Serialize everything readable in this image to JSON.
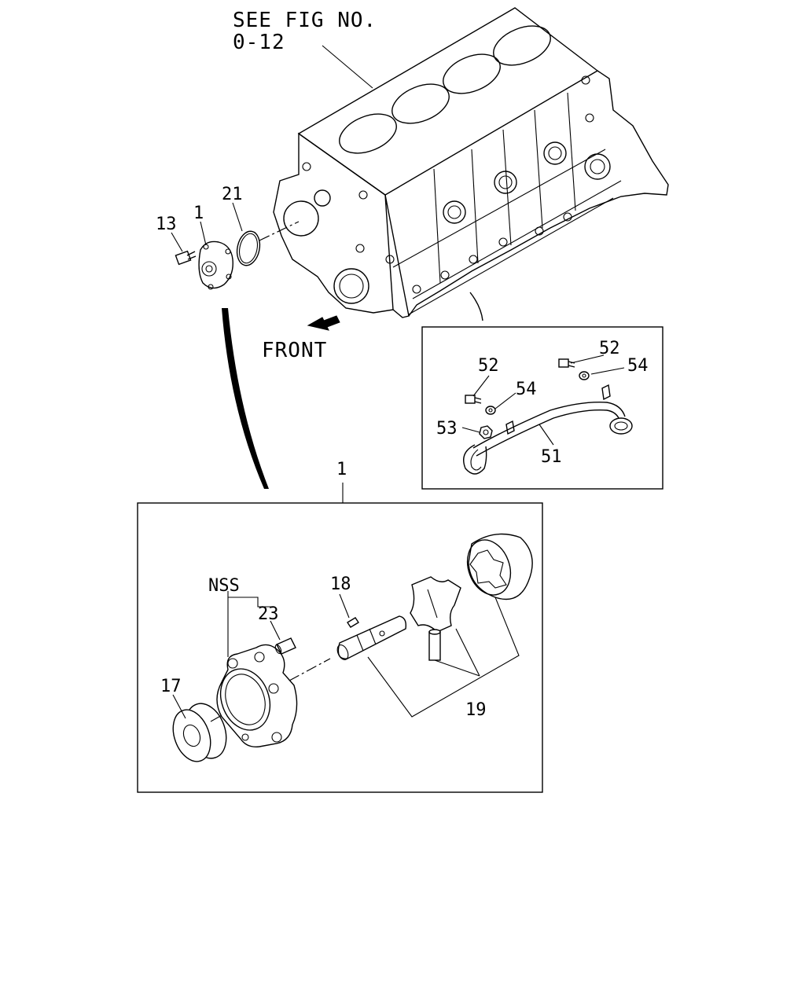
{
  "reference_note": {
    "line1": "SEE FIG NO.",
    "line2": "0-12"
  },
  "direction_label": "FRONT",
  "callouts": {
    "c13": "13",
    "c1_top": "1",
    "c21": "21",
    "c1_box": "1",
    "nss": "NSS",
    "c23": "23",
    "c18": "18",
    "c17": "17",
    "c19": "19",
    "c52_left": "52",
    "c52_right": "52",
    "c54_right": "54",
    "c54_left": "54",
    "c53": "53",
    "c51": "51"
  },
  "colors": {
    "line": "#000000",
    "background": "#ffffff"
  }
}
